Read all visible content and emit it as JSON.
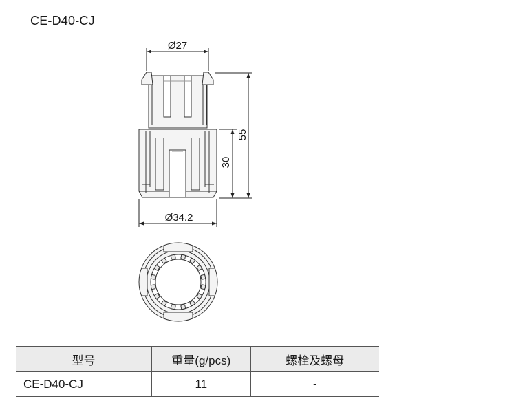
{
  "title": "CE-D40-CJ",
  "dimensions": {
    "top_diameter": "Ø27",
    "height_total": "55",
    "height_lower": "30",
    "bottom_diameter": "Ø34.2"
  },
  "table": {
    "headers": [
      "型号",
      "重量(g/pcs)",
      "螺栓及螺母"
    ],
    "rows": [
      [
        "CE-D40-CJ",
        "11",
        "-"
      ]
    ]
  }
}
